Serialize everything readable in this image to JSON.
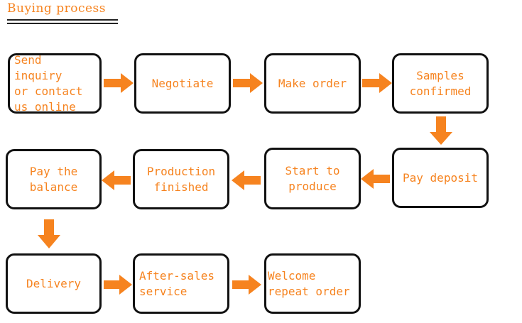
{
  "title": "Buying process",
  "accent_color": "#f6831f",
  "steps": [
    {
      "label": "Send inquiry\nor contact\nus online"
    },
    {
      "label": "Negotiate"
    },
    {
      "label": "Make order"
    },
    {
      "label": "Samples\nconfirmed"
    },
    {
      "label": "Pay deposit"
    },
    {
      "label": "Start to\nproduce"
    },
    {
      "label": "Production\nfinished"
    },
    {
      "label": "Pay the\nbalance"
    },
    {
      "label": "Delivery"
    },
    {
      "label": "After-sales\nservice"
    },
    {
      "label": "Welcome\nrepeat order"
    }
  ]
}
